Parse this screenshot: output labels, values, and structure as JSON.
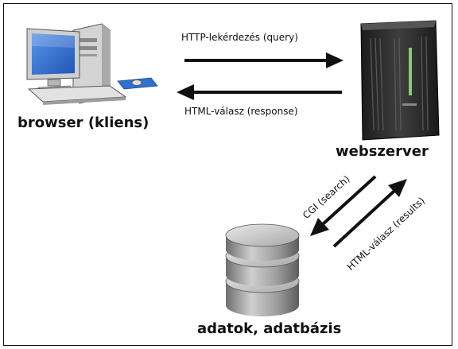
{
  "nodes": {
    "client": {
      "label": "browser (kliens)",
      "icon": "desktop-computer-icon"
    },
    "server": {
      "label": "webszerver",
      "icon": "server-tower-icon"
    },
    "database": {
      "label": "adatok, adatbázis",
      "icon": "database-cylinder-icon"
    }
  },
  "edges": {
    "request": {
      "label": "HTTP-lekérdezés (query)"
    },
    "response": {
      "label": "HTML-válasz (response)"
    },
    "search": {
      "label": "CGI (search)"
    },
    "results": {
      "label": "HTML-válasz (results)"
    }
  },
  "colors": {
    "line": "#111111",
    "monitor_screen": "#2f6fd0",
    "case_gray": "#c9c9c9",
    "server_dark": "#2b2b2b",
    "server_accent": "#7fd36a",
    "db_gray": "#9a9a9a"
  }
}
